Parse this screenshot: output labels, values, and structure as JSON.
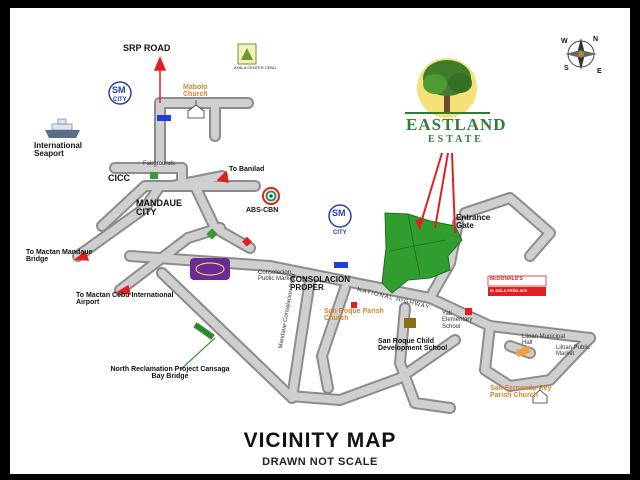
{
  "map": {
    "title": "VICINITY MAP",
    "subtitle": "DRAWN NOT SCALE",
    "brand": {
      "name": "EASTLAND",
      "tagline": "ESTATE"
    },
    "compass_letters": {
      "n": "N",
      "s": "S",
      "e": "E",
      "w": "W"
    },
    "logos": {
      "ayala": "AYALA CENTER CEBU",
      "sm_city_north": {
        "top": "SM",
        "bottom": "CITY"
      },
      "sm_city_consolacion": {
        "top": "SM",
        "bottom": "CITY"
      },
      "abs_cbn": "ABS-CBN",
      "mcdonalds_sign": {
        "top": "McDONALD'S",
        "bottom": "M. DELA PEÑA AVE"
      }
    },
    "labels": {
      "srp_road": "SRP ROAD",
      "mabolo_church": "Mabolo Church",
      "international_seaport": "International Seaport",
      "cicc": "CICC",
      "fairground": "Fairgrounds",
      "to_banilad": "To Banilad",
      "mandaue_city": "MANDAUE CITY",
      "to_mactan_mandaue_bridge": "To Mactan Mandaue Bridge",
      "to_mactan_cebu_airport": "To Mactan Cebu International Airport",
      "consolacion_proper": "CONSOLACION PROPER",
      "consolacion_public_market": "Consolacion Public Market",
      "entrance_gate": "Entrance Gate",
      "san_roque_church": "San Roque Parish Church",
      "san_roque_child": "San Roque Child Development School",
      "yati_elementary": "Yati Elementary School",
      "liloan_municipal_hall": "Liloan Municipal Hall",
      "liloan_public_market": "Liloan Public Market",
      "san_fernando_church": "San Fernando Rey Parish Church",
      "north_reclamation": "North Reclamation Project Cansaga Bay Bridge",
      "highway_name": "NATIONAL HIGHWAY",
      "side_road": "Mandaue-Consolacion Road"
    },
    "colors": {
      "road": "#c8c8c8",
      "road_edge": "#8c8c8c",
      "estate_green": "#2f9e2f",
      "marker_blue": "#1f3fd6",
      "marker_red": "#e02020",
      "marker_green": "#3a9a3a",
      "church_orange": "#d9822b",
      "sm_blue": "#2740a8",
      "sky_yellow": "#f6e07a",
      "tree_green": "#3f7d2a",
      "brand_green": "#2e7d32"
    }
  }
}
